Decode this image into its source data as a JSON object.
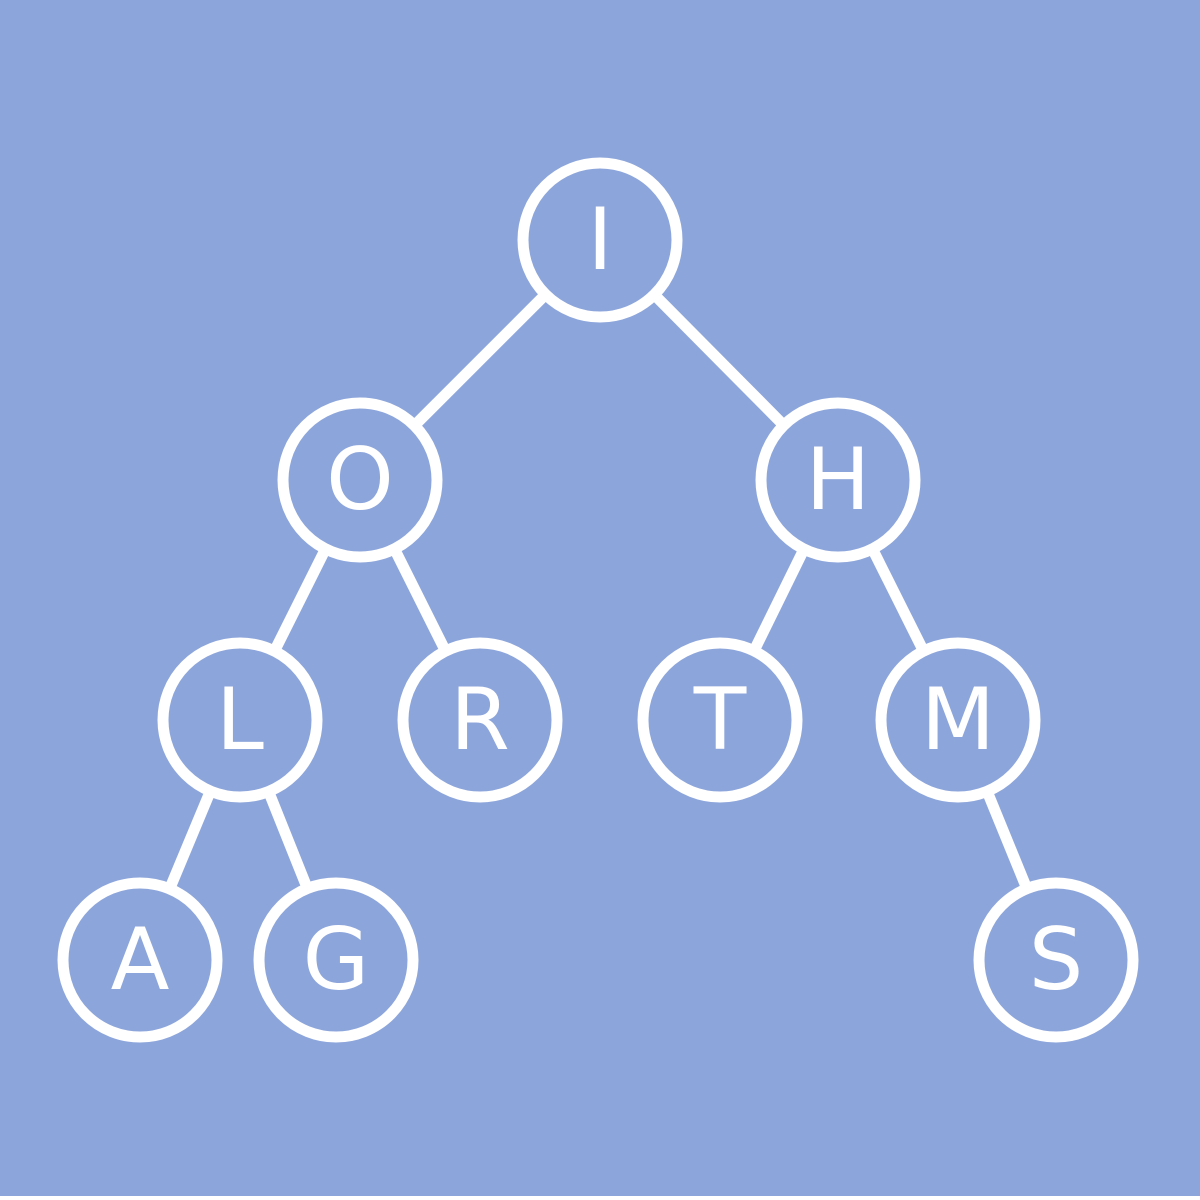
{
  "diagram": {
    "type": "binary-tree",
    "colors": {
      "background": "#8ca5db",
      "foreground": "#ffffff"
    },
    "nodes": [
      {
        "id": "n1",
        "label": "I"
      },
      {
        "id": "n2",
        "label": "O"
      },
      {
        "id": "n3",
        "label": "H"
      },
      {
        "id": "n4",
        "label": "L"
      },
      {
        "id": "n5",
        "label": "R"
      },
      {
        "id": "n6",
        "label": "T"
      },
      {
        "id": "n7",
        "label": "M"
      },
      {
        "id": "n8",
        "label": "A"
      },
      {
        "id": "n9",
        "label": "G"
      },
      {
        "id": "n10",
        "label": "S"
      }
    ],
    "edges": [
      {
        "from": "n1",
        "to": "n2"
      },
      {
        "from": "n1",
        "to": "n3"
      },
      {
        "from": "n2",
        "to": "n4"
      },
      {
        "from": "n2",
        "to": "n5"
      },
      {
        "from": "n3",
        "to": "n6"
      },
      {
        "from": "n3",
        "to": "n7"
      },
      {
        "from": "n4",
        "to": "n8"
      },
      {
        "from": "n4",
        "to": "n9"
      },
      {
        "from": "n7",
        "to": "n10"
      }
    ]
  }
}
